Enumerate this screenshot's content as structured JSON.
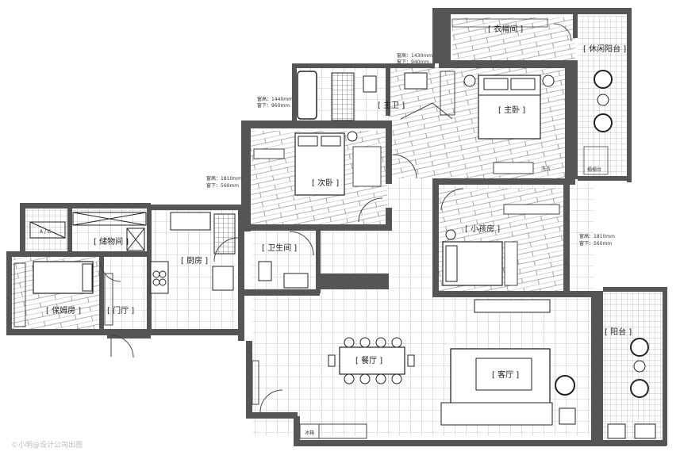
{
  "rooms": {
    "cloakroom": "[ 衣帽间 ]",
    "leisure_balcony": "[ 休闲阳台 ]",
    "master_bedroom": "[ 主卧 ]",
    "master_bath": "[ 主卫 ]",
    "second_bedroom": "[ 次卧 ]",
    "storage": "[ 储物间 ]",
    "kitchen": "[ 厨房 ]",
    "guest_bath": "[ 卫生间 ]",
    "kids_room": "[ 小孩房 ]",
    "nanny_room": "[ 保姆房 ]",
    "foyer": "[ 门厅 ]",
    "dining": "[ 餐厅 ]",
    "living": "[ 客厅 ]",
    "balcony": "[ 阳台 ]"
  },
  "notes": {
    "win_master_h": "窗高：1430mm",
    "win_master_s": "窗下：940mm",
    "win_bath_h": "窗高：1440mm",
    "win_bath_s": "窗下：960mm",
    "win_second_h": "窗高：1810mm",
    "win_second_s": "窗下：560mm",
    "win_kids_h": "窗高：1810mm",
    "win_kids_s": "窗下：560mm",
    "ac": "A / C",
    "fridge": "冰箱",
    "tatami": "榻榻台",
    "wm": "洗衣"
  },
  "watermark": "©小明@设计公司出图"
}
